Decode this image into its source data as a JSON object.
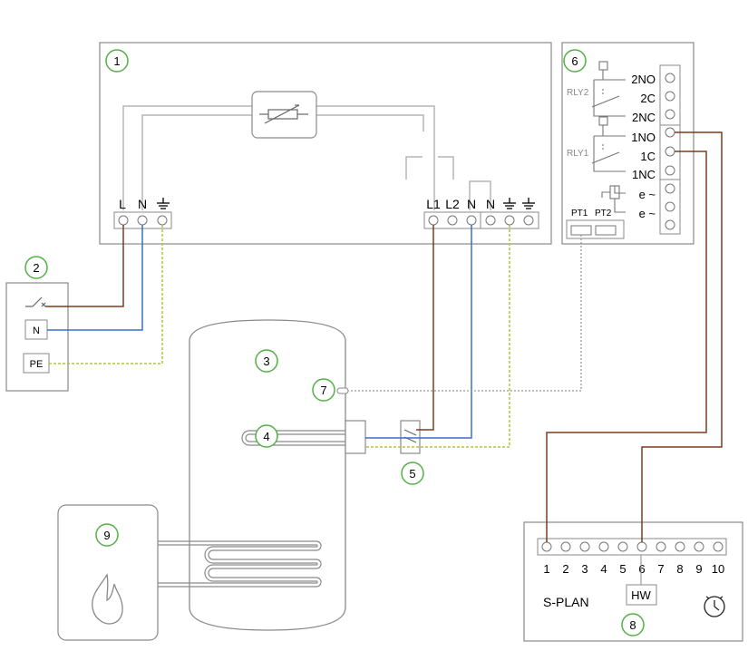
{
  "callouts": {
    "c1": "1",
    "c2": "2",
    "c3": "3",
    "c4": "4",
    "c5": "5",
    "c6": "6",
    "c7": "7",
    "c8": "8",
    "c9": "9"
  },
  "controller": {
    "terminals_left": {
      "l": "L",
      "n": "N"
    },
    "terminals_right": {
      "l1": "L1",
      "l2": "L2",
      "n1": "N",
      "n2": "N"
    }
  },
  "isolator": {
    "n": "N",
    "pe": "PE"
  },
  "relay": {
    "rly2": "RLY2",
    "rly1": "RLY1",
    "t_2no": "2NO",
    "t_2c": "2C",
    "t_2nc": "2NC",
    "t_1no": "1NO",
    "t_1c": "1C",
    "t_1nc": "1NC",
    "t_e1": "e ~",
    "t_e2": "e ~",
    "pt1": "PT1",
    "pt2": "PT2"
  },
  "wiring_centre": {
    "terminals": [
      "1",
      "2",
      "3",
      "4",
      "5",
      "6",
      "7",
      "8",
      "9",
      "10"
    ],
    "label": "S-PLAN",
    "hw": "HW"
  },
  "colors": {
    "live": "#7a3b1e",
    "neutral": "#3a6fc4",
    "earth": "#a8c83a",
    "sensor": "#999999",
    "outline": "#8a8a8a",
    "callout": "#55b047"
  },
  "icons": [
    "earth-icon",
    "thermistor-icon",
    "flame-icon",
    "clock-icon",
    "switch-icon",
    "coil-icon"
  ]
}
